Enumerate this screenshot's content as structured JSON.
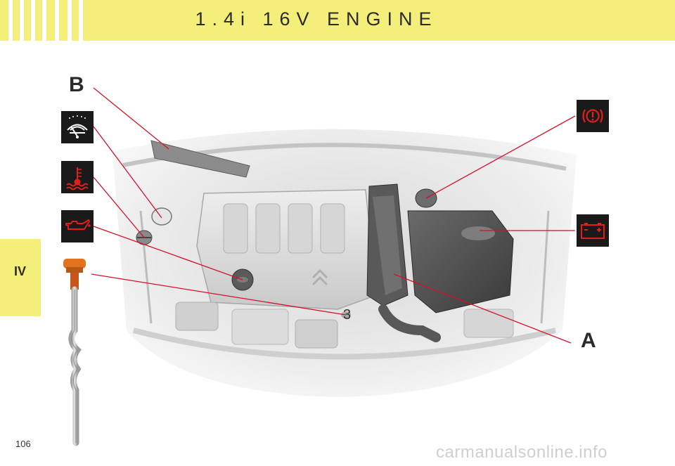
{
  "page": {
    "title": "1.4i 16V ENGINE",
    "section_tab": "IV",
    "page_number": "106",
    "watermark": "carmanualsonline.info"
  },
  "callouts": {
    "letter_b": "B",
    "letter_a": "A",
    "number_3": "3"
  },
  "icons": [
    {
      "id": "washer",
      "name": "washer-fluid-icon"
    },
    {
      "id": "coolant",
      "name": "coolant-temperature-icon"
    },
    {
      "id": "oil",
      "name": "oil-can-icon"
    },
    {
      "id": "brake",
      "name": "brake-warning-icon"
    },
    {
      "id": "battery",
      "name": "battery-icon"
    }
  ],
  "colors": {
    "header_yellow": "#f4ef7a",
    "icon_red": "#e0201b",
    "leader_line_red": "#d3122a",
    "icon_background": "#1a1a1a"
  }
}
